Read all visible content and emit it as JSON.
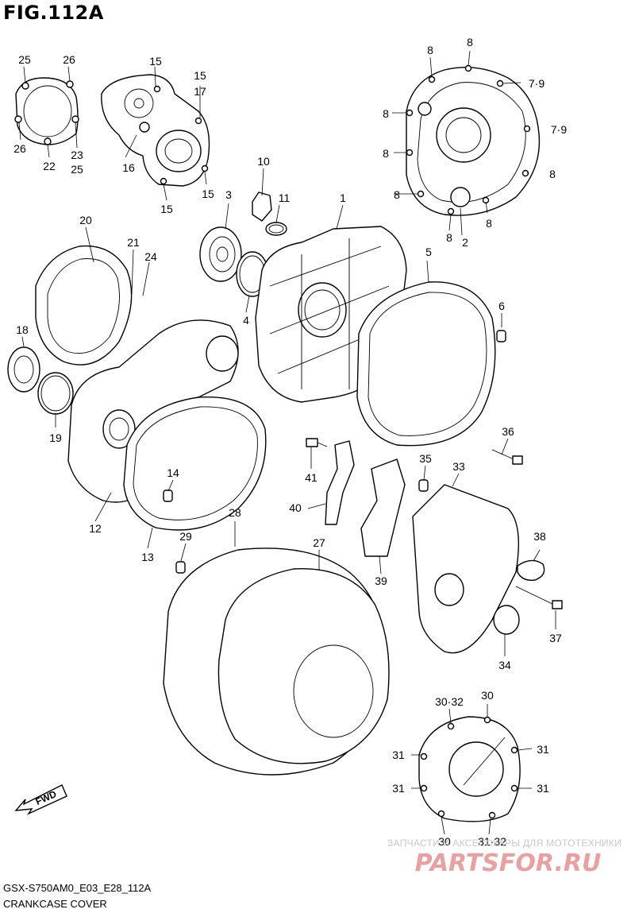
{
  "figure": {
    "title": "FIG.112A"
  },
  "footer": {
    "code": "GSX-S750AM0_E03_E28_112A",
    "caption": "CRANKCASE COVER"
  },
  "fwd_arrow": {
    "text": "FWD"
  },
  "watermark": {
    "line1": "ЗАПЧАСТИ И АКСЕССУАРЫ ДЛЯ МОТОТЕХНИКИ",
    "logo_text": "PARTSFOR.RU"
  },
  "callouts": [
    "25",
    "26",
    "26",
    "22",
    "23",
    "25",
    "15",
    "15",
    "17",
    "16",
    "15",
    "15",
    "8",
    "8",
    "7·9",
    "8",
    "7·9",
    "8",
    "8",
    "8",
    "8",
    "2",
    "8",
    "10",
    "11",
    "3",
    "1",
    "4",
    "5",
    "6",
    "20",
    "21",
    "24",
    "18",
    "19",
    "12",
    "13",
    "14",
    "36",
    "35",
    "33",
    "41",
    "40",
    "39",
    "38",
    "37",
    "34",
    "28",
    "27",
    "29",
    "30·32",
    "30",
    "31",
    "31",
    "31",
    "31",
    "30",
    "31·32"
  ],
  "colors": {
    "line": "#000000",
    "watermark_red": "#e8a0a0",
    "watermark_gray": "#c8c8c8"
  }
}
